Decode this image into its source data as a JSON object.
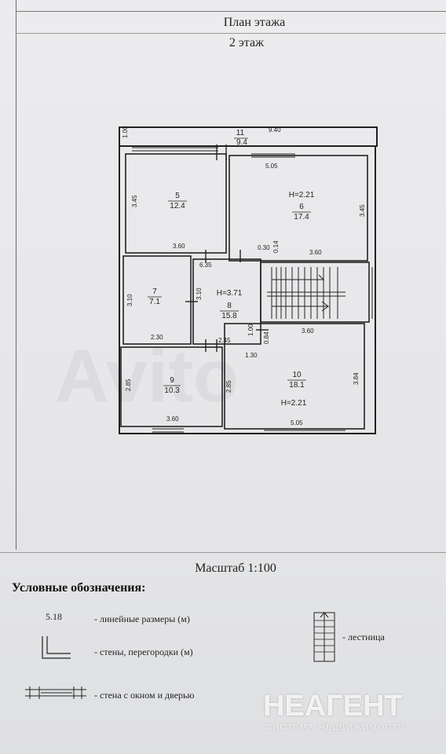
{
  "title": "План этажа",
  "floor": "2 этаж",
  "scale": "Масштаб 1:100",
  "legend": {
    "title": "Условные обозначения:",
    "sample_dimension": "5.18",
    "dimension_label": "- линейные размеры (м)",
    "walls_label": "- стены, перегородки (м)",
    "window_door_label": "- стена с окном и дверью",
    "stairs_label": "- лестница"
  },
  "rooms": [
    {
      "id": "11",
      "area": "9.4"
    },
    {
      "id": "5",
      "area": "12.4"
    },
    {
      "id": "6",
      "area": "17.4",
      "height": "H=2.21"
    },
    {
      "id": "7",
      "area": "7.1"
    },
    {
      "id": "8",
      "area": "15.8",
      "height": "H=3.71"
    },
    {
      "id": "9",
      "area": "10.3"
    },
    {
      "id": "10",
      "area": "18.1",
      "height": "H=2.21"
    }
  ],
  "dimensions": {
    "d_1_00_top": "1.00",
    "d_9_40": "9.40",
    "d_5_05_top": "5.05",
    "d_3_45_left": "3.45",
    "d_3_45_right": "3.45",
    "d_3_60_r5": "3.60",
    "d_0_30": "0.30",
    "d_0_14": "0.14",
    "d_3_60_r6": "3.60",
    "d_6_35": "6.35",
    "d_3_10_a": "3.10",
    "d_3_10_b": "3.10",
    "d_2_30": "2.30",
    "d_2_45": "2.45",
    "d_1_00_mid": "1.00",
    "d_0_84": "0.84",
    "d_1_30": "1.30",
    "d_3_60_r10": "3.60",
    "d_2_85_a": "2.85",
    "d_2_85_b": "2.85",
    "d_3_84": "3.84",
    "d_3_60_r9": "3.60",
    "d_5_05_bottom": "5.05"
  },
  "watermark": {
    "brand": "НЕАГЕНТ",
    "tagline": "СИСТЕМА НЕДВИЖИМОСТИ",
    "ghost": "Avito"
  }
}
